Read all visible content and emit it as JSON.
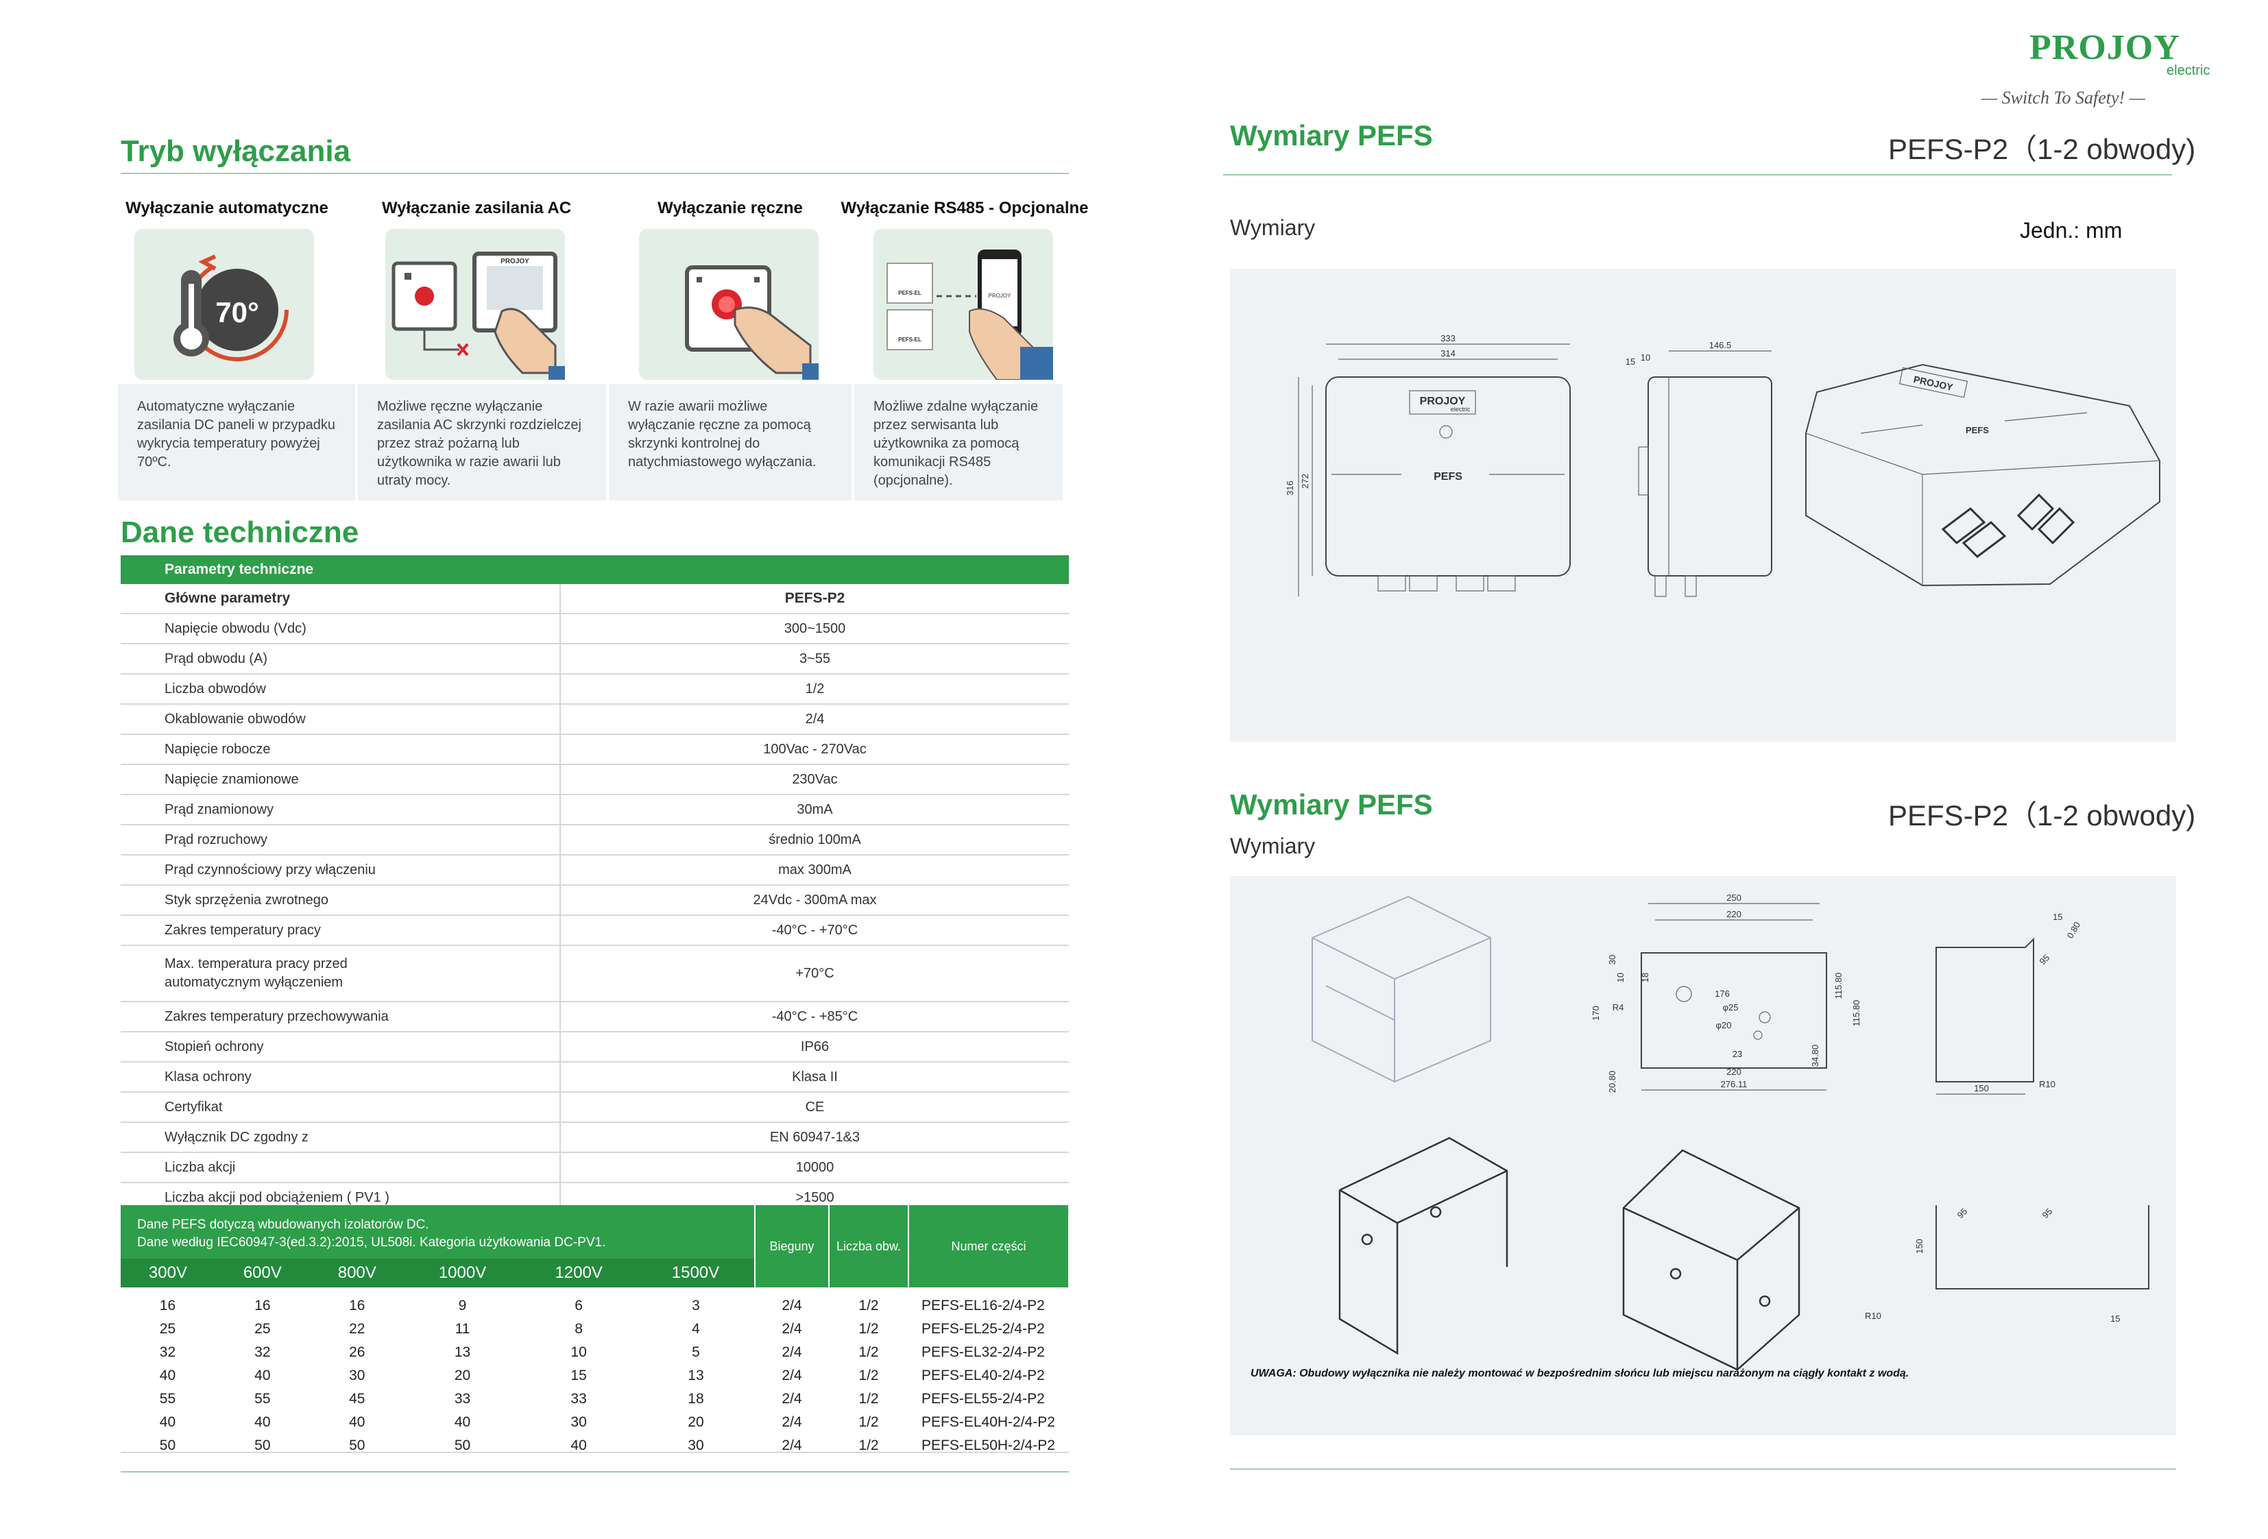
{
  "brand": {
    "name": "PROJOY",
    "sub": "electric",
    "slogan": "— Switch To Safety! —"
  },
  "left": {
    "section1_title": "Tryb wyłączania",
    "modes": [
      {
        "title": "Wyłączanie automatyczne",
        "desc": "Automatyczne wyłączanie zasilania DC paneli w przypadku wykrycia temperatury powyżej 70ºC.",
        "badge": "70°"
      },
      {
        "title": "Wyłączanie zasilania AC",
        "desc": "Możliwe ręczne wyłączanie zasilania AC skrzynki rozdzielczej przez straż pożarną lub użytkownika w razie awarii lub utraty mocy.",
        "badge": "PROJOY"
      },
      {
        "title": "Wyłączanie ręczne",
        "desc": "W razie awarii możliwe wyłączanie ręczne za pomocą skrzynki kontrolnej do natychmiastowego wyłączania."
      },
      {
        "title": "Wyłączanie RS485 - Opcjonalne",
        "desc": "Możliwe zdalne wyłączanie przez serwisanta lub użytkownika za pomocą komunikacji RS485 (opcjonalne).",
        "labels": [
          "PEFS-EL",
          "PEFS-EL"
        ],
        "phone_text": "PROJOY"
      }
    ],
    "section2_title": "Dane techniczne",
    "spec_header": "Parametry techniczne",
    "spec_col1": "Główne parametry",
    "spec_col2": "PEFS-P2",
    "spec_rows": [
      {
        "k": "Napięcie obwodu (Vdc)",
        "v": "300~1500"
      },
      {
        "k": "Prąd obwodu (A)",
        "v": "3~55"
      },
      {
        "k": "Liczba obwodów",
        "v": "1/2"
      },
      {
        "k": "Okablowanie obwodów",
        "v": "2/4"
      },
      {
        "k": "Napięcie robocze",
        "v": "100Vac - 270Vac"
      },
      {
        "k": "Napięcie znamionowe",
        "v": "230Vac"
      },
      {
        "k": "Prąd znamionowy",
        "v": "30mA"
      },
      {
        "k": "Prąd rozruchowy",
        "v": "średnio 100mA"
      },
      {
        "k": "Prąd czynnościowy przy włączeniu",
        "v": "max 300mA"
      },
      {
        "k": "Styk sprzężenia zwrotnego",
        "v": "24Vdc - 300mA max"
      },
      {
        "k": "Zakres temperatury pracy",
        "v": "-40°C - +70°C"
      },
      {
        "k": "Max. temperatura pracy przed automatycznym wyłączeniem",
        "v": "+70°C"
      },
      {
        "k": "Zakres temperatury przechowywania",
        "v": "-40°C - +85°C"
      },
      {
        "k": "Stopień ochrony",
        "v": "IP66"
      },
      {
        "k": "Klasa ochrony",
        "v": "Klasa II"
      },
      {
        "k": "Certyfikat",
        "v": "CE"
      },
      {
        "k": "Wyłącznik DC zgodny z",
        "v": "EN 60947-1&3"
      },
      {
        "k": "Liczba akcji",
        "v": "10000"
      },
      {
        "k": "Liczba akcji pod obciążeniem ( PV1 )",
        "v": ">1500"
      }
    ],
    "parts_note1": "Dane PEFS dotyczą wbudowanych izolatorów DC.",
    "parts_note2": "Dane według IEC60947-3(ed.3.2):2015, UL508i. Kategoria użytkowania DC-PV1.",
    "parts_voltages": [
      "300V",
      "600V",
      "800V",
      "1000V",
      "1200V",
      "1500V"
    ],
    "parts_col_bieguny": "Bieguny",
    "parts_col_liczba": "Liczba obw.",
    "parts_col_numer": "Numer części",
    "parts_rows": [
      [
        "16",
        "16",
        "16",
        "9",
        "6",
        "3",
        "2/4",
        "1/2",
        "PEFS-EL16-2/4-P2"
      ],
      [
        "25",
        "25",
        "22",
        "11",
        "8",
        "4",
        "2/4",
        "1/2",
        "PEFS-EL25-2/4-P2"
      ],
      [
        "32",
        "32",
        "26",
        "13",
        "10",
        "5",
        "2/4",
        "1/2",
        "PEFS-EL32-2/4-P2"
      ],
      [
        "40",
        "40",
        "30",
        "20",
        "15",
        "13",
        "2/4",
        "1/2",
        "PEFS-EL40-2/4-P2"
      ],
      [
        "55",
        "55",
        "45",
        "33",
        "33",
        "18",
        "2/4",
        "1/2",
        "PEFS-EL55-2/4-P2"
      ],
      [
        "40",
        "40",
        "40",
        "40",
        "30",
        "20",
        "2/4",
        "1/2",
        "PEFS-EL40H-2/4-P2"
      ],
      [
        "50",
        "50",
        "50",
        "50",
        "40",
        "30",
        "2/4",
        "1/2",
        "PEFS-EL50H-2/4-P2"
      ]
    ]
  },
  "right": {
    "top": {
      "title": "Wymiary PEFS",
      "model": "PEFS-P2（1-2 obwody)",
      "sub": "Wymiary",
      "unit": "Jedn.: mm",
      "box_logo": "PROJOY",
      "box_logo_sub": "electric",
      "box_label": "PEFS",
      "dims": [
        "333",
        "314",
        "146.5",
        "15",
        "10",
        "316",
        "272"
      ]
    },
    "bottom": {
      "title": "Wymiary PEFS",
      "model": "PEFS-P2（1-2 obwody)",
      "sub": "Wymiary",
      "dims": [
        "250",
        "220",
        "176",
        "30",
        "10",
        "18",
        "R4",
        "φ25",
        "φ20",
        "23",
        "220",
        "276.11",
        "170",
        "20.80",
        "34.80",
        "115.80",
        "115.80",
        "R10",
        "150",
        "95",
        "0.80",
        "15",
        "150",
        "95",
        "95",
        "R10",
        "15"
      ],
      "note": "UWAGA: Obudowy wyłącznika nie należy montować w bezpośrednim słońcu lub miejscu narażonym na ciągły kontakt z wodą."
    }
  },
  "colors": {
    "accent": "#2e9e4a",
    "panel": "#eef2f4"
  }
}
